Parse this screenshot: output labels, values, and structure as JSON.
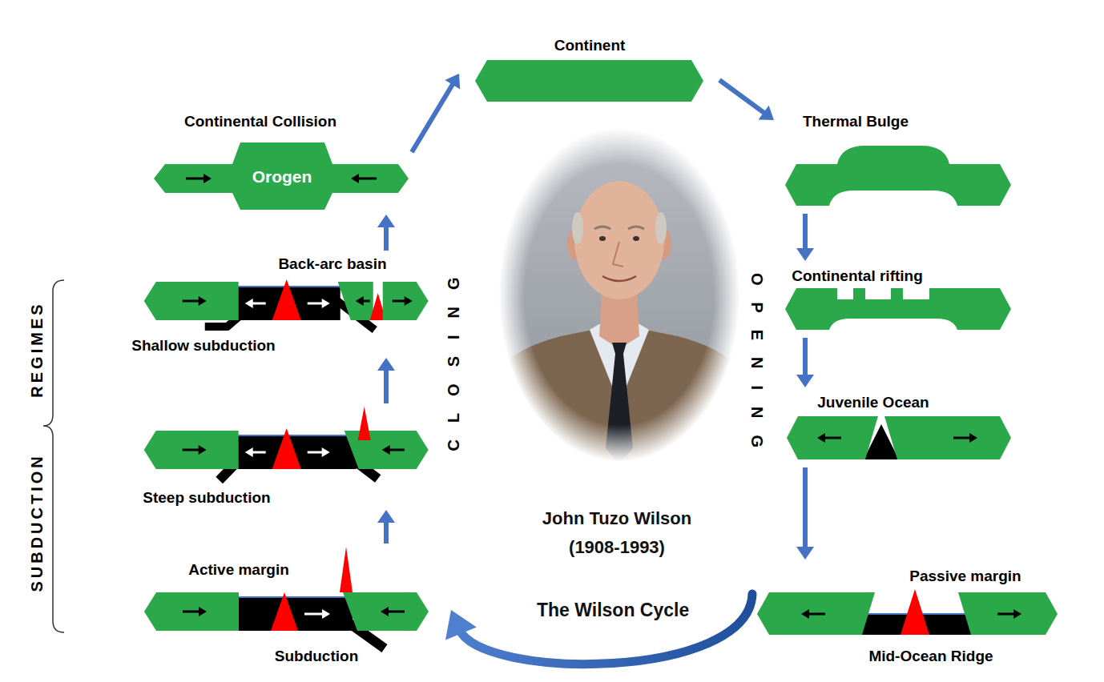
{
  "diagram": {
    "nodes": [
      {
        "text": [
          "Continent"
        ]
      },
      {
        "text": [
          "Thermal Bulge"
        ]
      },
      {
        "text": [
          "Continental rifting"
        ]
      },
      {
        "text": [
          "Juvenile Ocean"
        ]
      },
      {
        "text": [
          "Passive margin",
          "Mid-Ocean Ridge"
        ]
      },
      {
        "text": [
          "Active margin",
          "Subduction"
        ]
      },
      {
        "text": [
          "Steep subduction"
        ]
      },
      {
        "text": [
          "Back-arc basin",
          "Shallow subduction"
        ]
      },
      {
        "text": [
          "Continental Collision",
          "Orogen"
        ]
      }
    ],
    "edges": [
      {
        "from": 0,
        "to": 1,
        "arrow": "to"
      },
      {
        "from": 1,
        "to": 2,
        "arrow": "to"
      },
      {
        "from": 2,
        "to": 3,
        "arrow": "to"
      },
      {
        "from": 3,
        "to": 4,
        "arrow": "to"
      },
      {
        "from": 4,
        "to": 5,
        "arrow": "to",
        "label": "The Wilson Cycle"
      },
      {
        "from": 5,
        "to": 6,
        "arrow": "to"
      },
      {
        "from": 6,
        "to": 7,
        "arrow": "to"
      },
      {
        "from": 7,
        "to": 8,
        "arrow": "to"
      },
      {
        "from": 8,
        "to": 0,
        "arrow": "to"
      }
    ],
    "labels": [
      "CLOSING",
      "OPENING",
      "SUBDUCTION REGIMES",
      "John Tuzo Wilson (1908-1993)"
    ]
  }
}
